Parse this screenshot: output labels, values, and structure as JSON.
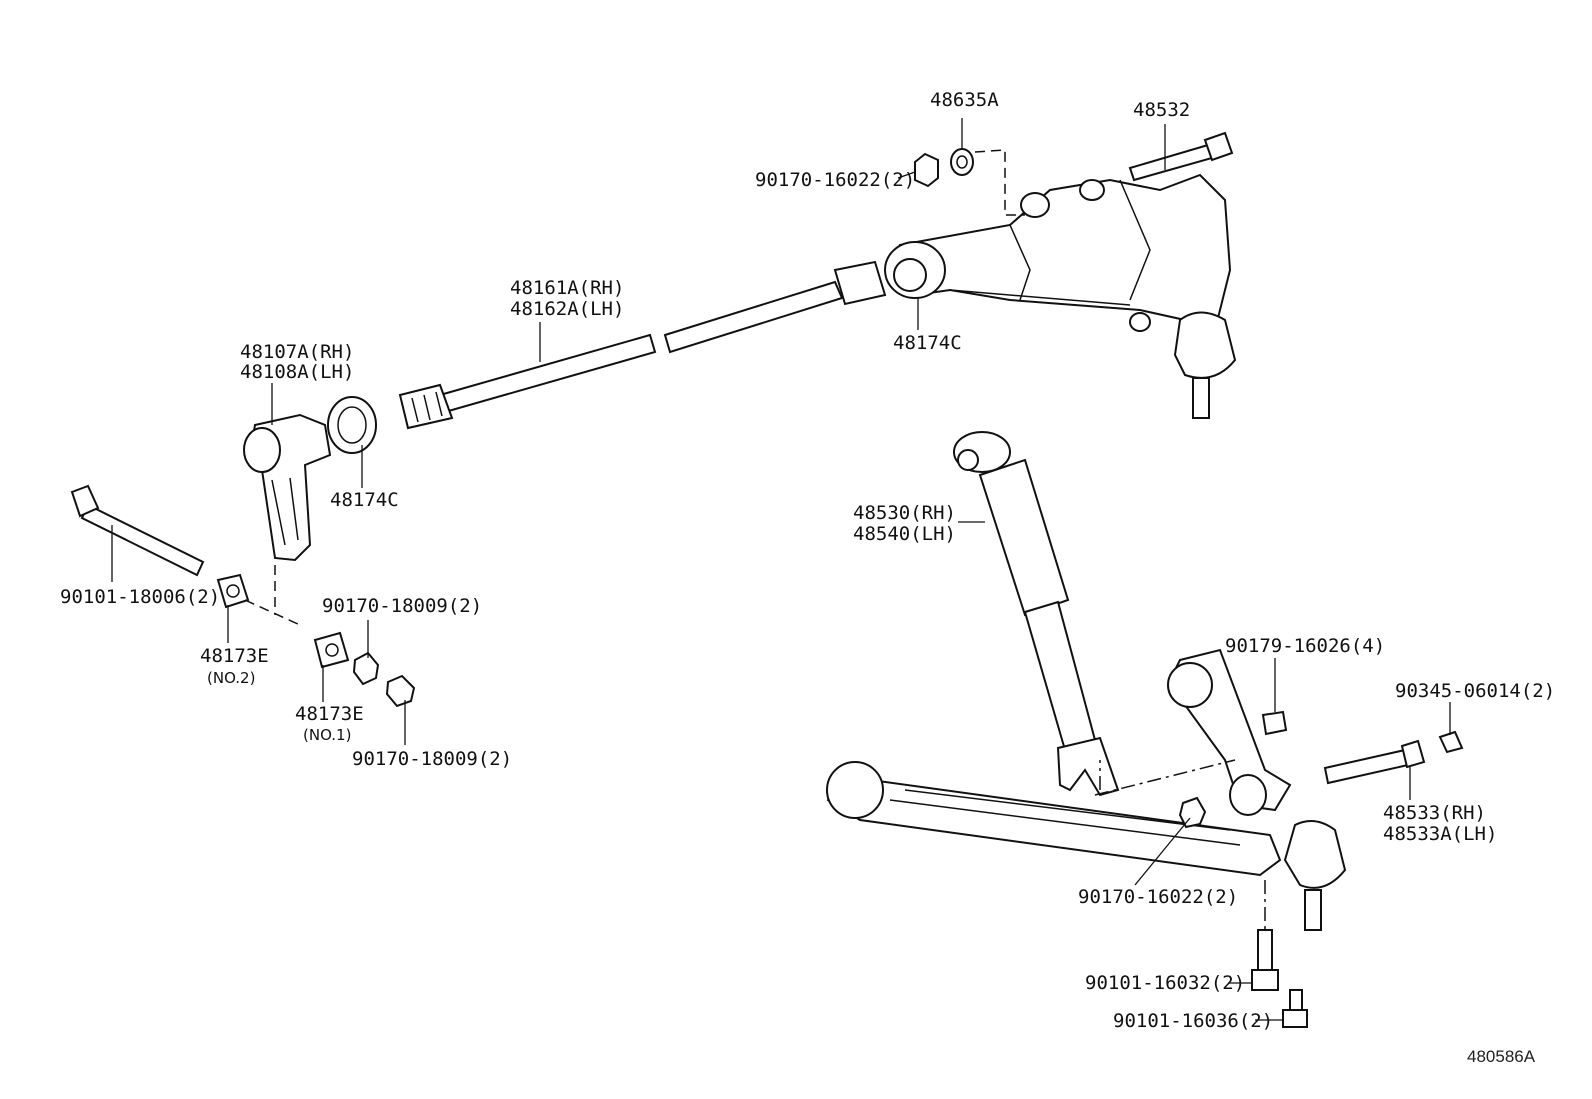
{
  "labels": {
    "p48635A": "48635A",
    "p48532": "48532",
    "p90170_16022_top": "90170-16022(2)",
    "p48161A": "48161A(RH)",
    "p48162A": "48162A(LH)",
    "p48174C_top": "48174C",
    "p48107A": "48107A(RH)",
    "p48108A": "48108A(LH)",
    "p48174C_left": "48174C",
    "p90101_18006": "90101-18006(2)",
    "p48173E_no2": "48173E",
    "no2": "(NO.2)",
    "p90170_18009_a": "90170-18009(2)",
    "p48173E_no1": "48173E",
    "no1": "(NO.1)",
    "p90170_18009_b": "90170-18009(2)",
    "p48530": "48530(RH)",
    "p48540": "48540(LH)",
    "p90179_16026": "90179-16026(4)",
    "p90345_06014": "90345-06014(2)",
    "p48533": "48533(RH)",
    "p48533A": "48533A(LH)",
    "p90170_16022_bottom": "90170-16022(2)",
    "p90101_16032": "90101-16032(2)",
    "p90101_16036": "90101-16036(2)",
    "figure_number": "480586A"
  }
}
